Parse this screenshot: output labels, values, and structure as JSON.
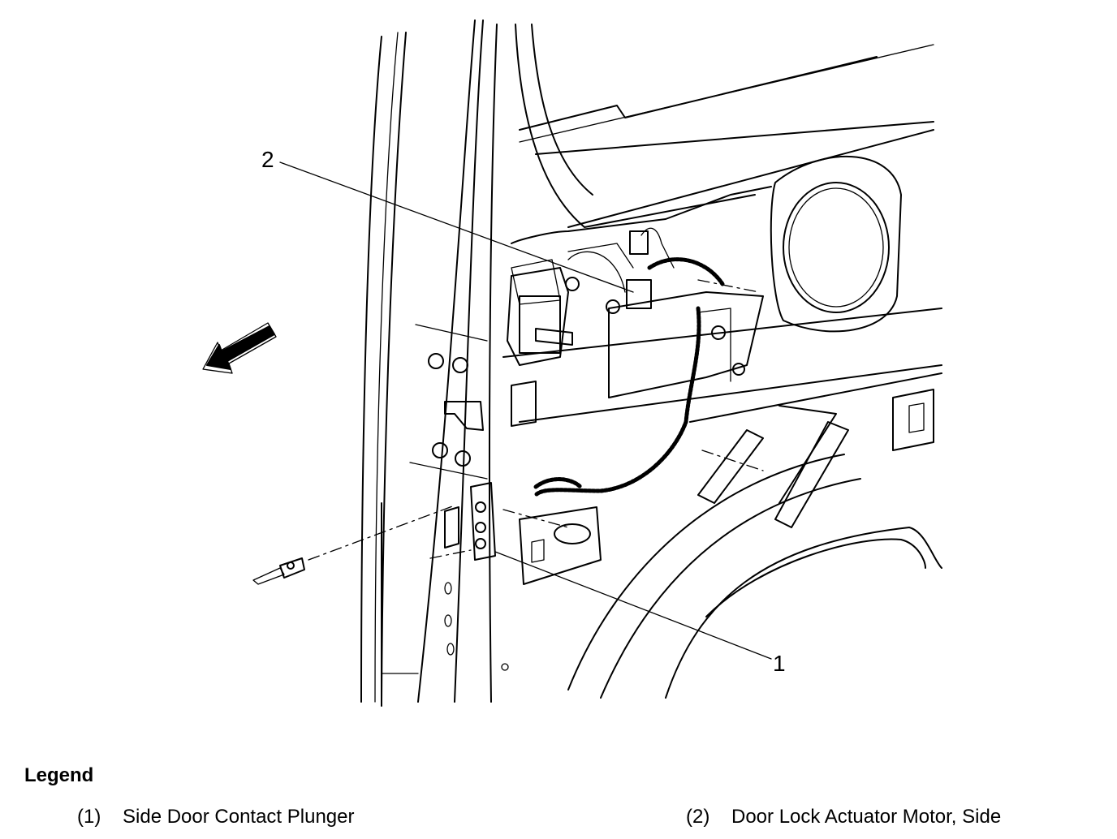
{
  "callouts": {
    "one": "1",
    "two": "2"
  },
  "legend": {
    "title": "Legend",
    "items": [
      {
        "number": "(1)",
        "label": "Side Door Contact Plunger"
      },
      {
        "number": "(2)",
        "label": "Door Lock Actuator Motor, Side"
      }
    ]
  },
  "icons": {
    "direction_arrow": "front-direction-arrow-icon"
  }
}
